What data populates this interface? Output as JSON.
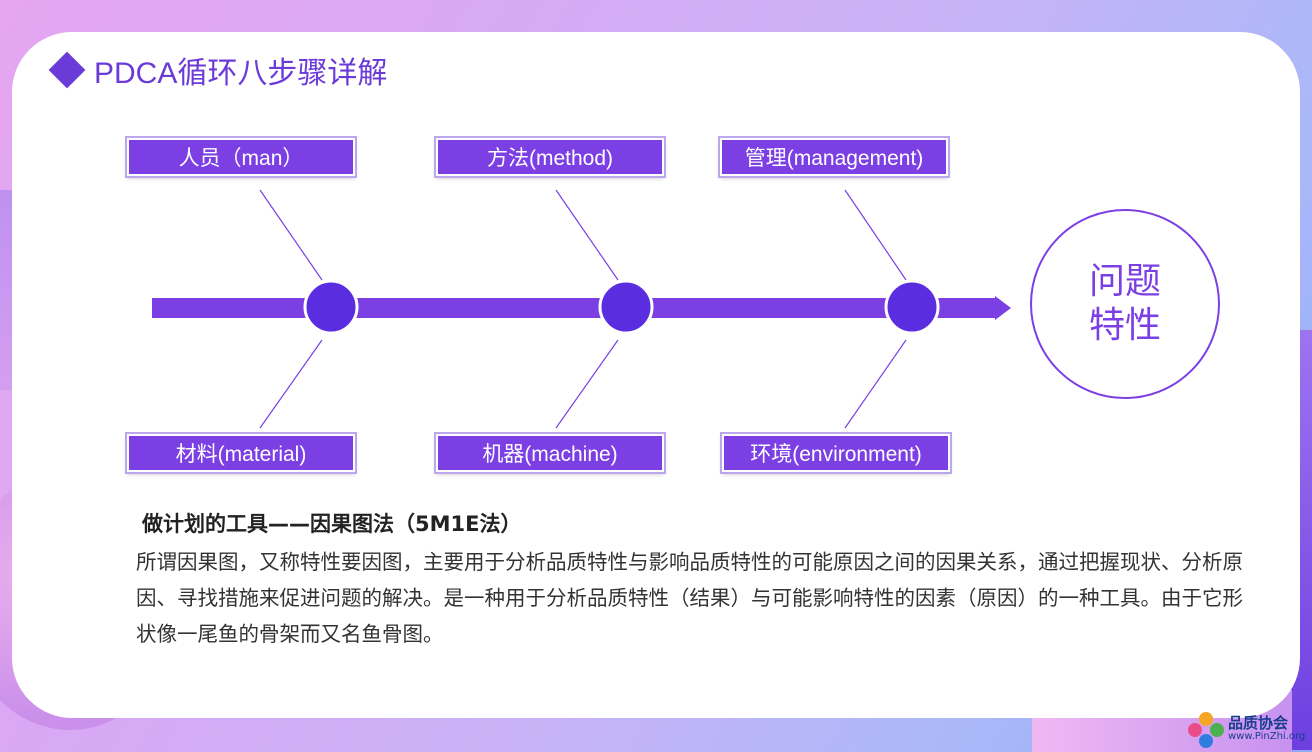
{
  "title": "PDCA循环八步骤详解",
  "causes_top": [
    {
      "label": "人员（man）"
    },
    {
      "label": "方法(method)"
    },
    {
      "label": "管理(management)"
    }
  ],
  "causes_bottom": [
    {
      "label": "材料(material)"
    },
    {
      "label": "机器(machine)"
    },
    {
      "label": "环境(environment)"
    }
  ],
  "effect": {
    "line1": "问题",
    "line2": "特性"
  },
  "subheading": "做计划的工具——因果图法（5M1E法）",
  "body": "所谓因果图，又称特性要因图，主要用于分析品质特性与影响品质特性的可能原因之间的因果关系，通过把握现状、分析原因、寻找措施来促进问题的解决。是一种用于分析品质特性（结果）与可能影响特性的因素（原因）的一种工具。由于它形状像一尾鱼的骨架而又名鱼骨图。",
  "logo": {
    "cn": "品质协会",
    "en": "www.PinZhi.org"
  },
  "colors": {
    "accent": "#7b3fe4",
    "node": "#5a2ee0",
    "title": "#6b3bd8"
  }
}
